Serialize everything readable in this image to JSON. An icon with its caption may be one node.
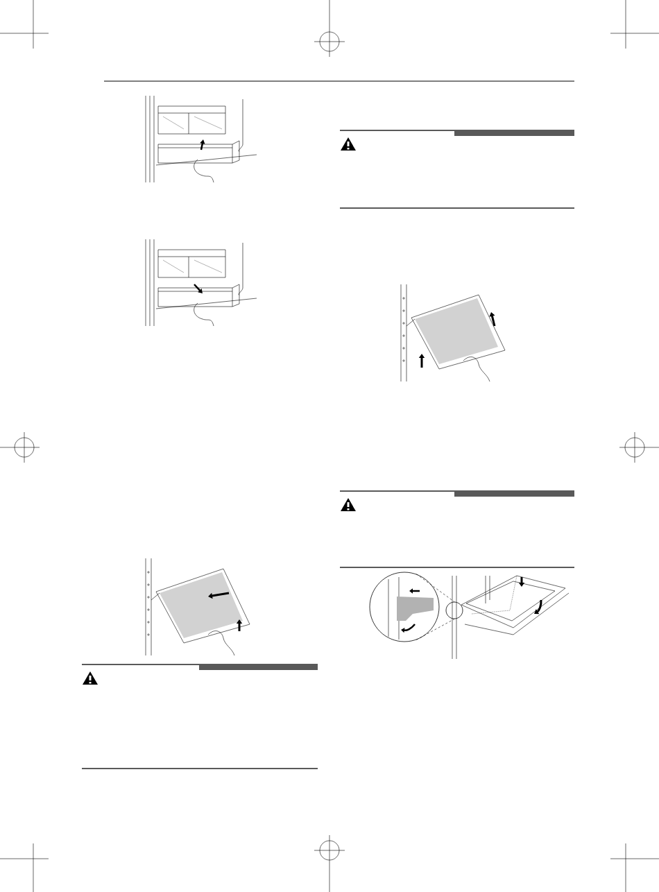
{
  "diagram": {
    "nodes": [
      {
        "text": [],
        "shape": "circle"
      },
      {
        "text": [],
        "shape": "circle"
      }
    ],
    "edges": [
      {
        "from": 0,
        "to": 1,
        "arrow": "none",
        "style": "dashed"
      },
      {
        "from": 0,
        "to": 1,
        "arrow": "none",
        "style": "dashed"
      }
    ]
  }
}
